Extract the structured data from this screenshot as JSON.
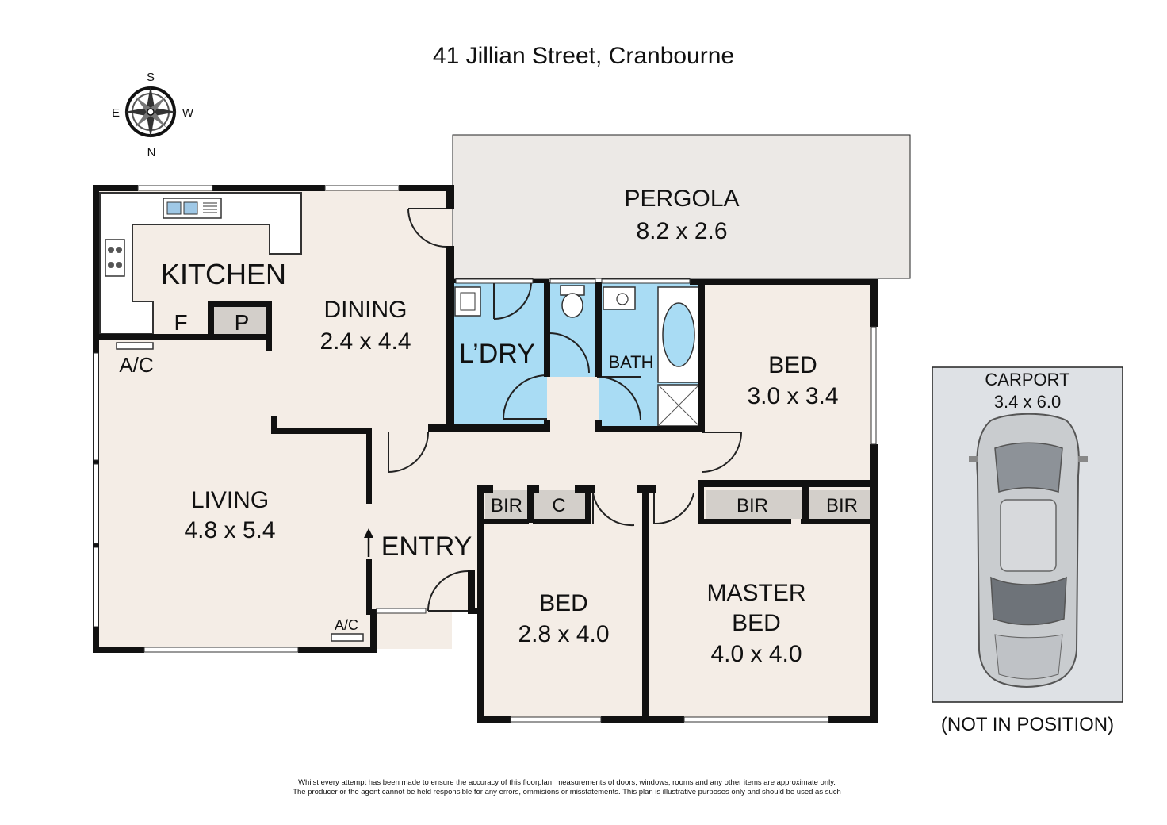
{
  "title": "41 Jillian Street, Cranbourne",
  "compass": {
    "north": "N",
    "south": "S",
    "east": "E",
    "west": "W"
  },
  "rooms": {
    "kitchen": {
      "name": "KITCHEN"
    },
    "fridge": {
      "name": "F"
    },
    "pantry": {
      "name": "P"
    },
    "dining": {
      "name": "DINING",
      "size": "2.4 x 4.4"
    },
    "living": {
      "name": "LIVING",
      "size": "4.8 x 5.4"
    },
    "laundry": {
      "name": "L’DRY"
    },
    "bath": {
      "name": "BATH"
    },
    "bed1": {
      "name": "BED",
      "size": "3.0 x 3.4"
    },
    "bed2": {
      "name": "BED",
      "size": "2.8 x 4.0"
    },
    "master": {
      "name1": "MASTER",
      "name2": "BED",
      "size": "4.0 x 4.0"
    },
    "entry": {
      "name": "ENTRY"
    },
    "pergola": {
      "name": "PERGOLA",
      "size": "8.2 x 2.6"
    },
    "carport": {
      "name": "CARPORT",
      "size": "3.4 x 6.0"
    }
  },
  "fixtures": {
    "ac1": "A/C",
    "ac2": "A/C",
    "bir1": "BIR",
    "c": "C",
    "bir2": "BIR",
    "bir3": "BIR"
  },
  "notes": {
    "not_in_position": "(NOT IN POSITION)",
    "disclaimer_line1": "Whilst every attempt has been made to ensure the accuracy of this floorplan, measurements of doors, windows, rooms and any other items are approximate only.",
    "disclaimer_line2": "The producer or the agent cannot be held responsible for any errors, ommisions or misstatements. This plan is illustrative purposes only and should be used as such"
  },
  "colors": {
    "floor": "#f4ede6",
    "wet_area": "#a9dcf4",
    "pergola": "#ece9e6",
    "carport": "#dee1e5",
    "wall": "#111111",
    "robe": "#d3cfca"
  }
}
